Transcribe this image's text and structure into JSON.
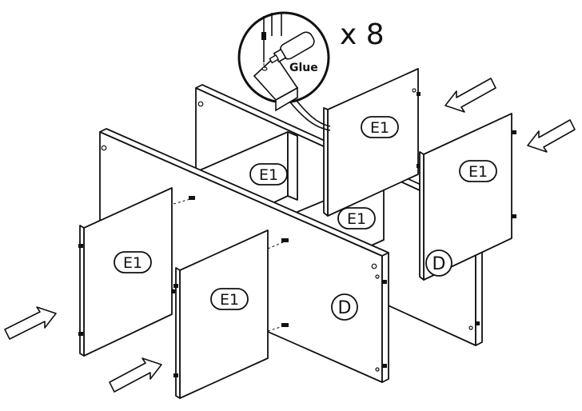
{
  "diagram": {
    "quantity_label": "x 8",
    "glue_label": "Glue",
    "panels": {
      "e1": "E1",
      "d": "D"
    },
    "icons": [
      "assembly-arrow-icon",
      "dowel-icon",
      "glue-bottle-icon",
      "magnifier-callout-icon"
    ]
  }
}
